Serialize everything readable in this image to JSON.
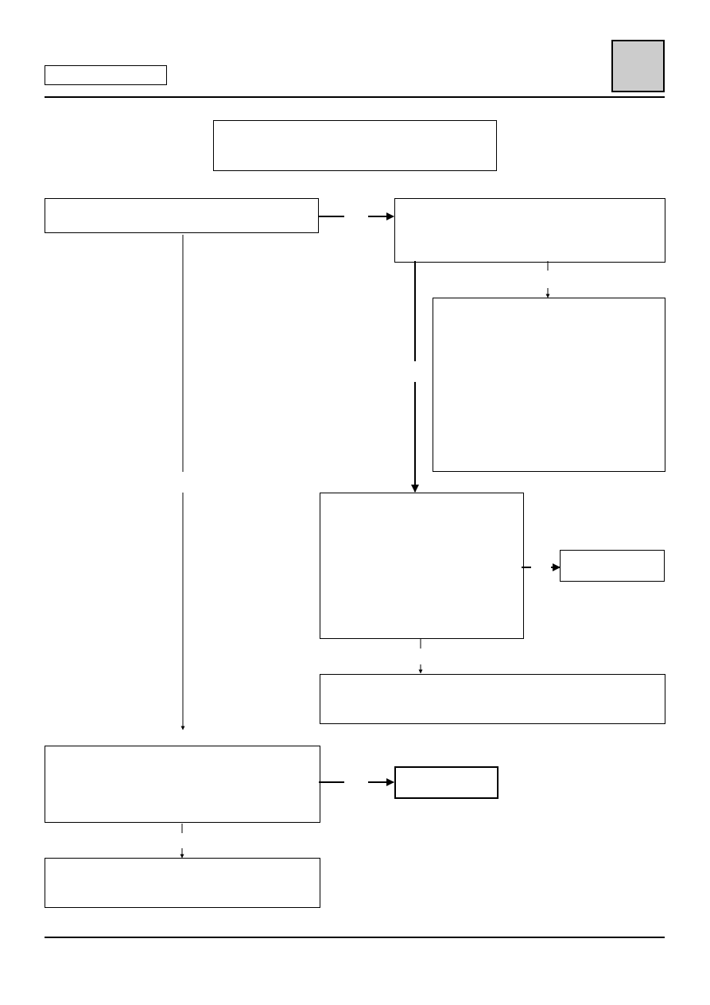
{
  "header": {
    "label_box_text": "",
    "page_tab_text": "",
    "page_tab_color": "#cccccc"
  },
  "flowchart": {
    "title_box_text": "",
    "boxes": [
      {
        "id": "top-left-box",
        "text": ""
      },
      {
        "id": "top-right-box",
        "text": ""
      },
      {
        "id": "right-tall-box",
        "text": ""
      },
      {
        "id": "middle-box",
        "text": ""
      },
      {
        "id": "small-right-box",
        "text": ""
      },
      {
        "id": "middle-wide-box",
        "text": ""
      },
      {
        "id": "bottom-left-box",
        "text": ""
      },
      {
        "id": "bottom-small-box",
        "text": ""
      },
      {
        "id": "final-left-box",
        "text": ""
      }
    ]
  }
}
